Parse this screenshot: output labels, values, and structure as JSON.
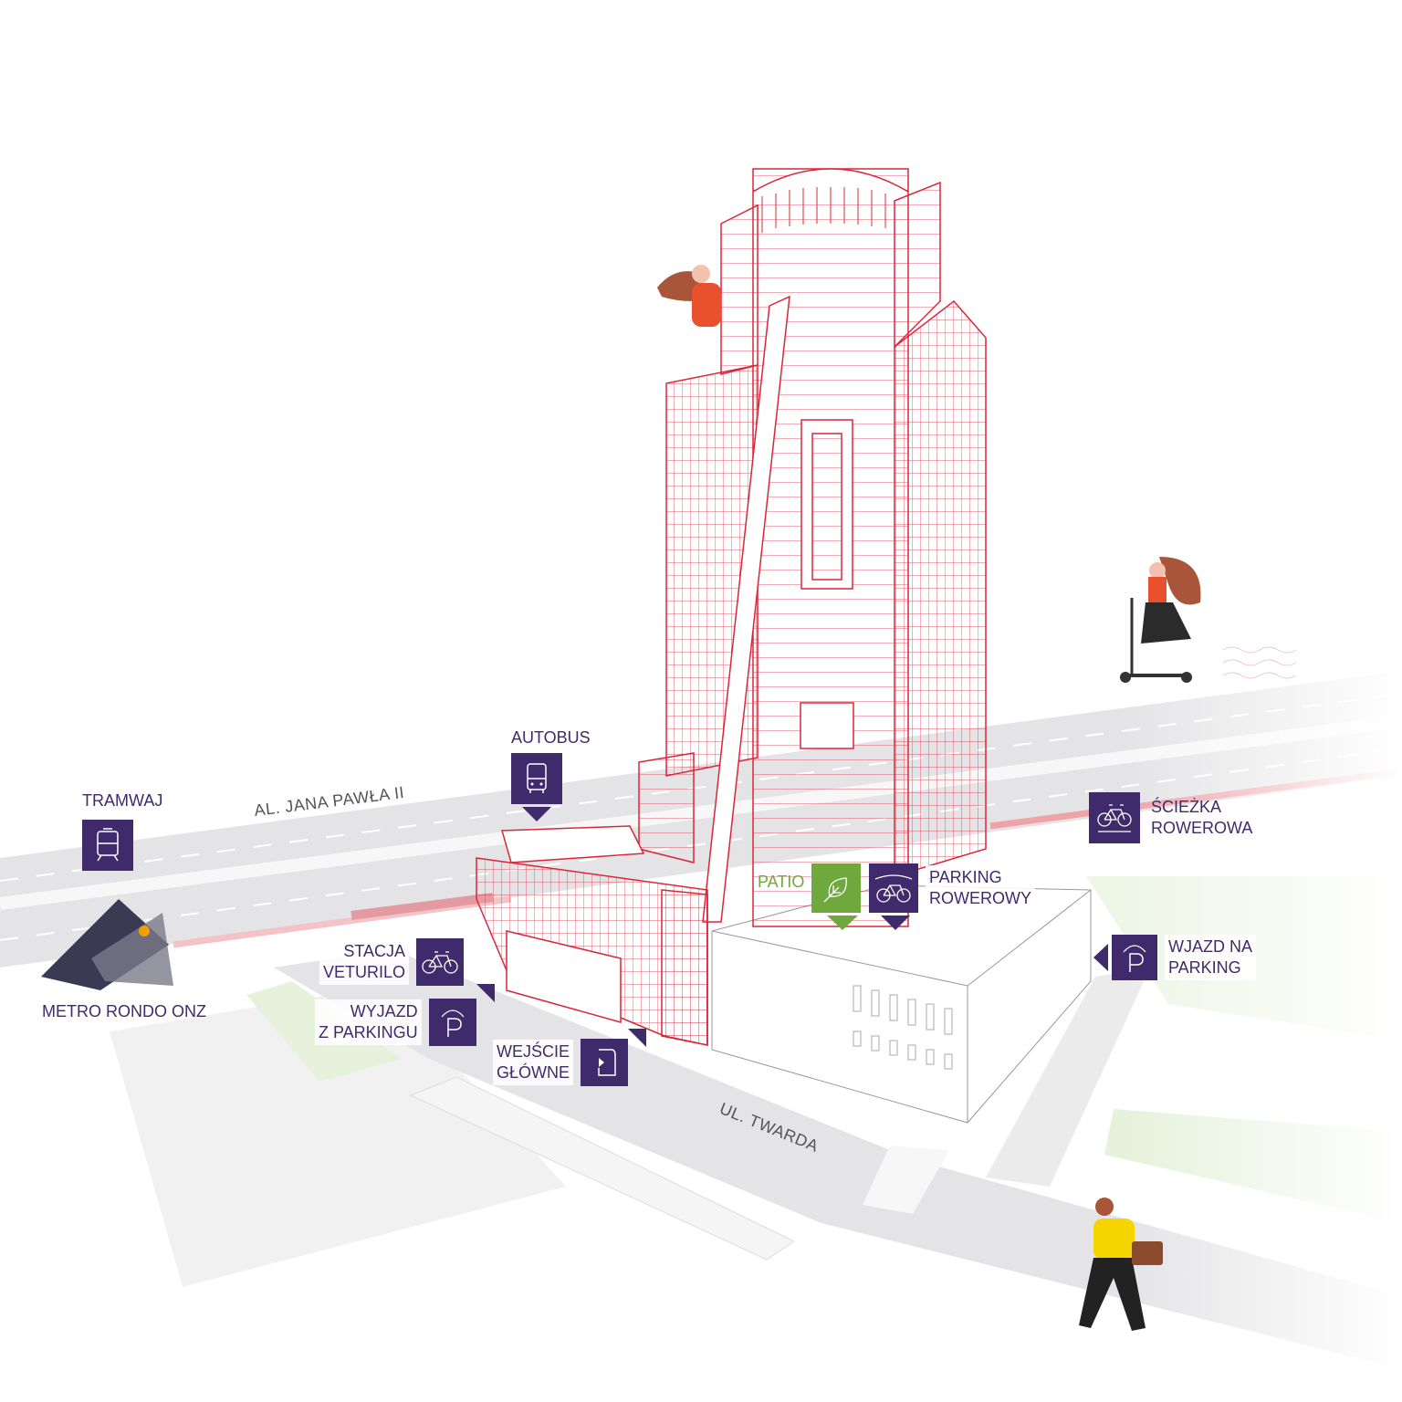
{
  "colors": {
    "brand_purple": "#3f2a6b",
    "patio_green": "#6fa83c",
    "building_red": "#d9273a",
    "road_gray": "#e4e4e6",
    "bike_path": "#eea3a8"
  },
  "streets": {
    "main": "AL. JANA PAWŁA II",
    "side": "UL. TWARDA"
  },
  "markers": {
    "tram": {
      "label": "TRAMWAJ",
      "icon": "tram-icon"
    },
    "bus": {
      "label": "AUTOBUS",
      "icon": "bus-icon"
    },
    "metro": {
      "label": "METRO RONDO ONZ",
      "icon": "metro-logo"
    },
    "veturilo": {
      "line1": "STACJA",
      "line2": "VETURILO",
      "icon": "bicycle-icon"
    },
    "parking_exit": {
      "line1": "WYJAZD",
      "line2": "Z PARKINGU",
      "icon": "parking-icon"
    },
    "main_entrance": {
      "line1": "WEJŚCIE",
      "line2": "GŁÓWNE",
      "icon": "entrance-door-icon"
    },
    "patio": {
      "label": "PATIO",
      "icon": "leaf-icon"
    },
    "bike_parking": {
      "line1": "PARKING",
      "line2": "ROWEROWY",
      "icon": "covered-bicycle-icon"
    },
    "bike_path": {
      "line1": "ŚCIEŻKA",
      "line2": "ROWEROWA",
      "icon": "bicycle-lane-icon"
    },
    "parking_entry": {
      "line1": "WJAZD NA",
      "line2": "PARKING",
      "icon": "parking-icon"
    }
  }
}
